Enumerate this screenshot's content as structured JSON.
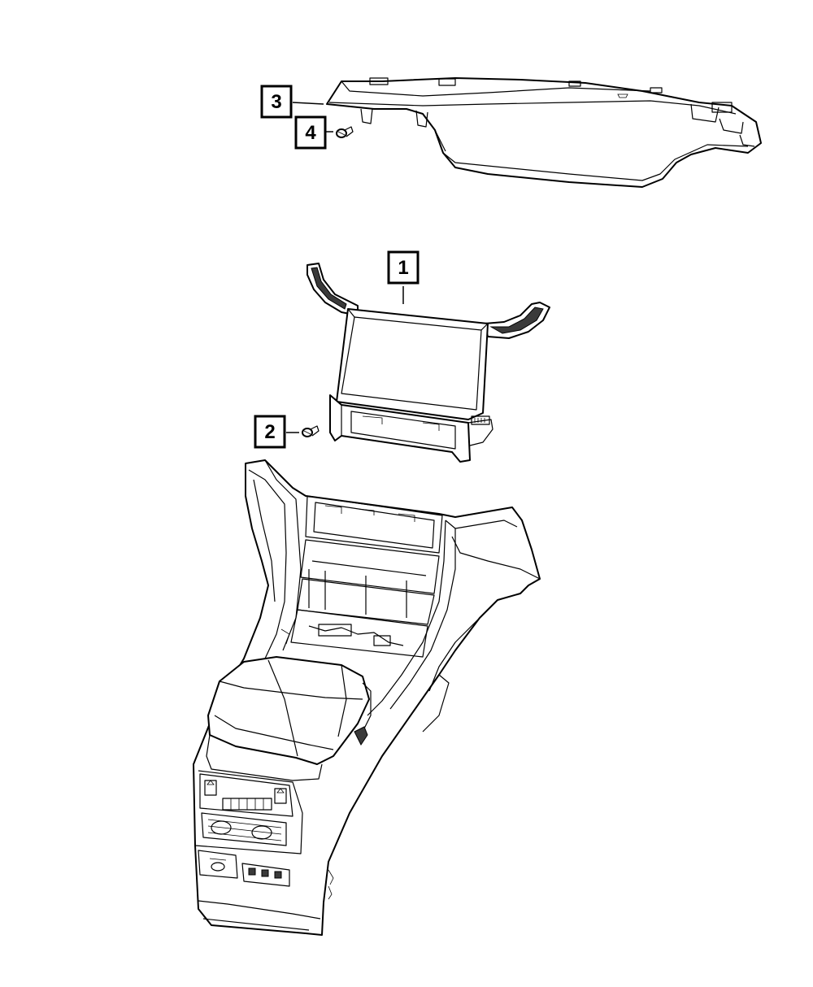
{
  "callouts": [
    {
      "id": "callout-1",
      "label": "1"
    },
    {
      "id": "callout-2",
      "label": "2"
    },
    {
      "id": "callout-3",
      "label": "3"
    },
    {
      "id": "callout-4",
      "label": "4"
    }
  ],
  "colors": {
    "line": "#000000",
    "fill": "#ffffff",
    "shade": "#3a3a3a"
  }
}
